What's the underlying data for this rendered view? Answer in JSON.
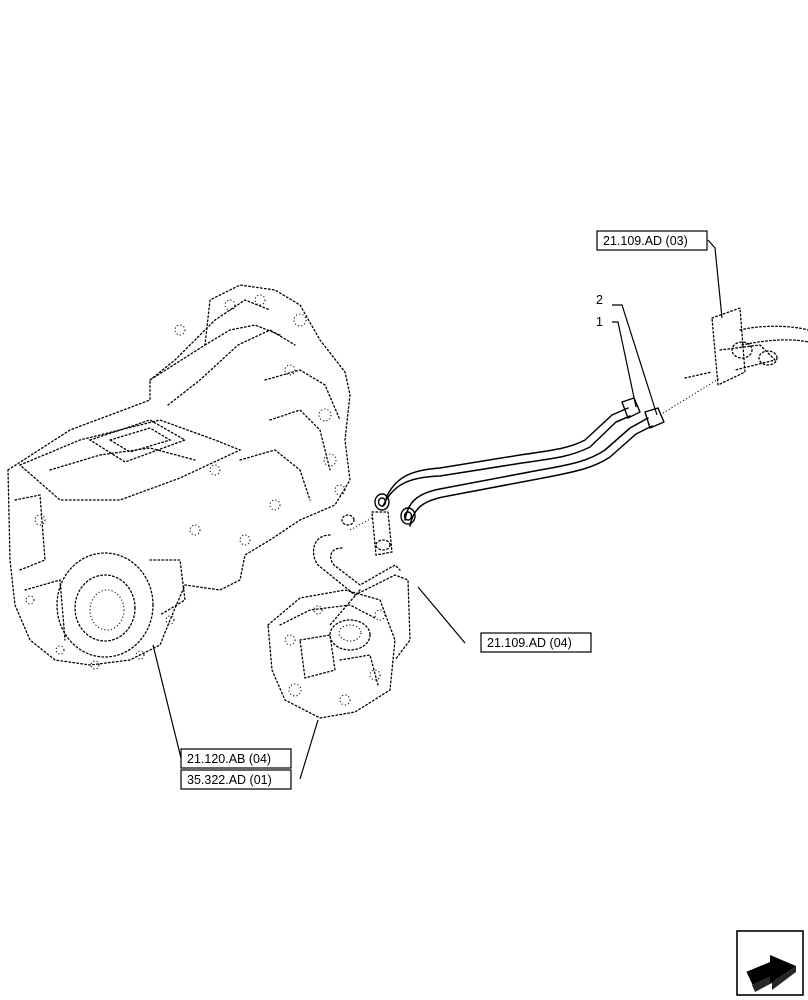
{
  "references": {
    "top_right": "21.109.AD (03)",
    "middle_right": "21.109.AD (04)",
    "bottom_a": "21.120.AB (04)",
    "bottom_b": "35.322.AD (01)"
  },
  "callouts": {
    "item_2": "2",
    "item_1": "1"
  },
  "navigation": {
    "icon": "forward-arrow-icon"
  }
}
